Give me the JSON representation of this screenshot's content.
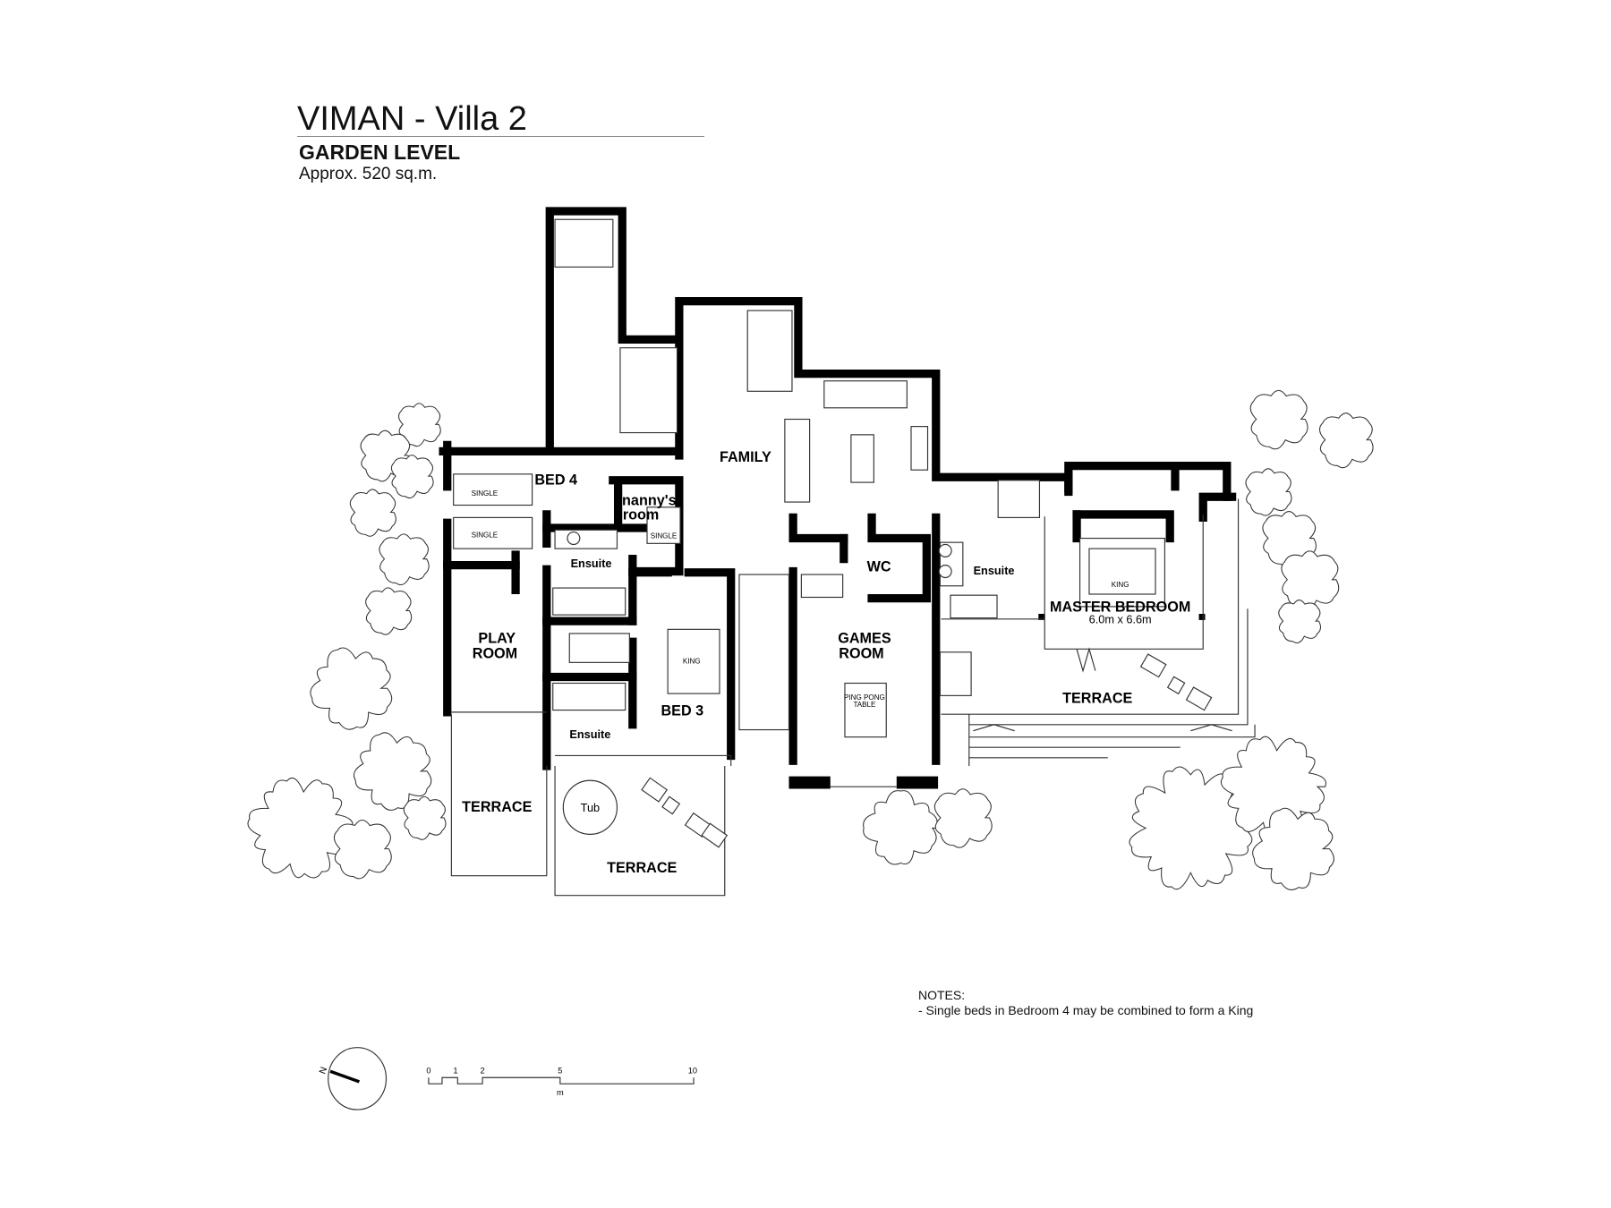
{
  "header": {
    "title": "VIMAN - Villa 2",
    "subtitle": "GARDEN LEVEL",
    "area": "Approx. 520 sq.m."
  },
  "rooms": {
    "family": "FAMILY",
    "bed4": "BED 4",
    "nanny_1": "nanny's",
    "nanny_2": "room",
    "ensuite_bed4": "Ensuite",
    "wc": "WC",
    "ensuite_master": "Ensuite",
    "master": "MASTER BEDROOM",
    "master_size": "6.0m x 6.6m",
    "play_1": "PLAY",
    "play_2": "ROOM",
    "games_1": "GAMES",
    "games_2": "ROOM",
    "bed3": "BED 3",
    "ensuite_bed3": "Ensuite",
    "terrace_master": "TERRACE",
    "terrace_play": "TERRACE",
    "terrace_bed3": "TERRACE"
  },
  "furniture": {
    "single_1": "SINGLE",
    "single_2": "SINGLE",
    "single_nanny": "SINGLE",
    "king_bed3": "KING",
    "king_master": "KING",
    "ping_pong_1": "PING PONG",
    "ping_pong_2": "TABLE",
    "tub": "Tub"
  },
  "notes": {
    "heading": "NOTES:",
    "items": [
      "- Single beds in Bedroom 4 may be combined to form a King"
    ]
  },
  "north_arrow": {
    "label": "N"
  },
  "scale_bar": {
    "ticks": [
      "0",
      "1",
      "2",
      "5",
      "10"
    ],
    "unit": "m"
  }
}
